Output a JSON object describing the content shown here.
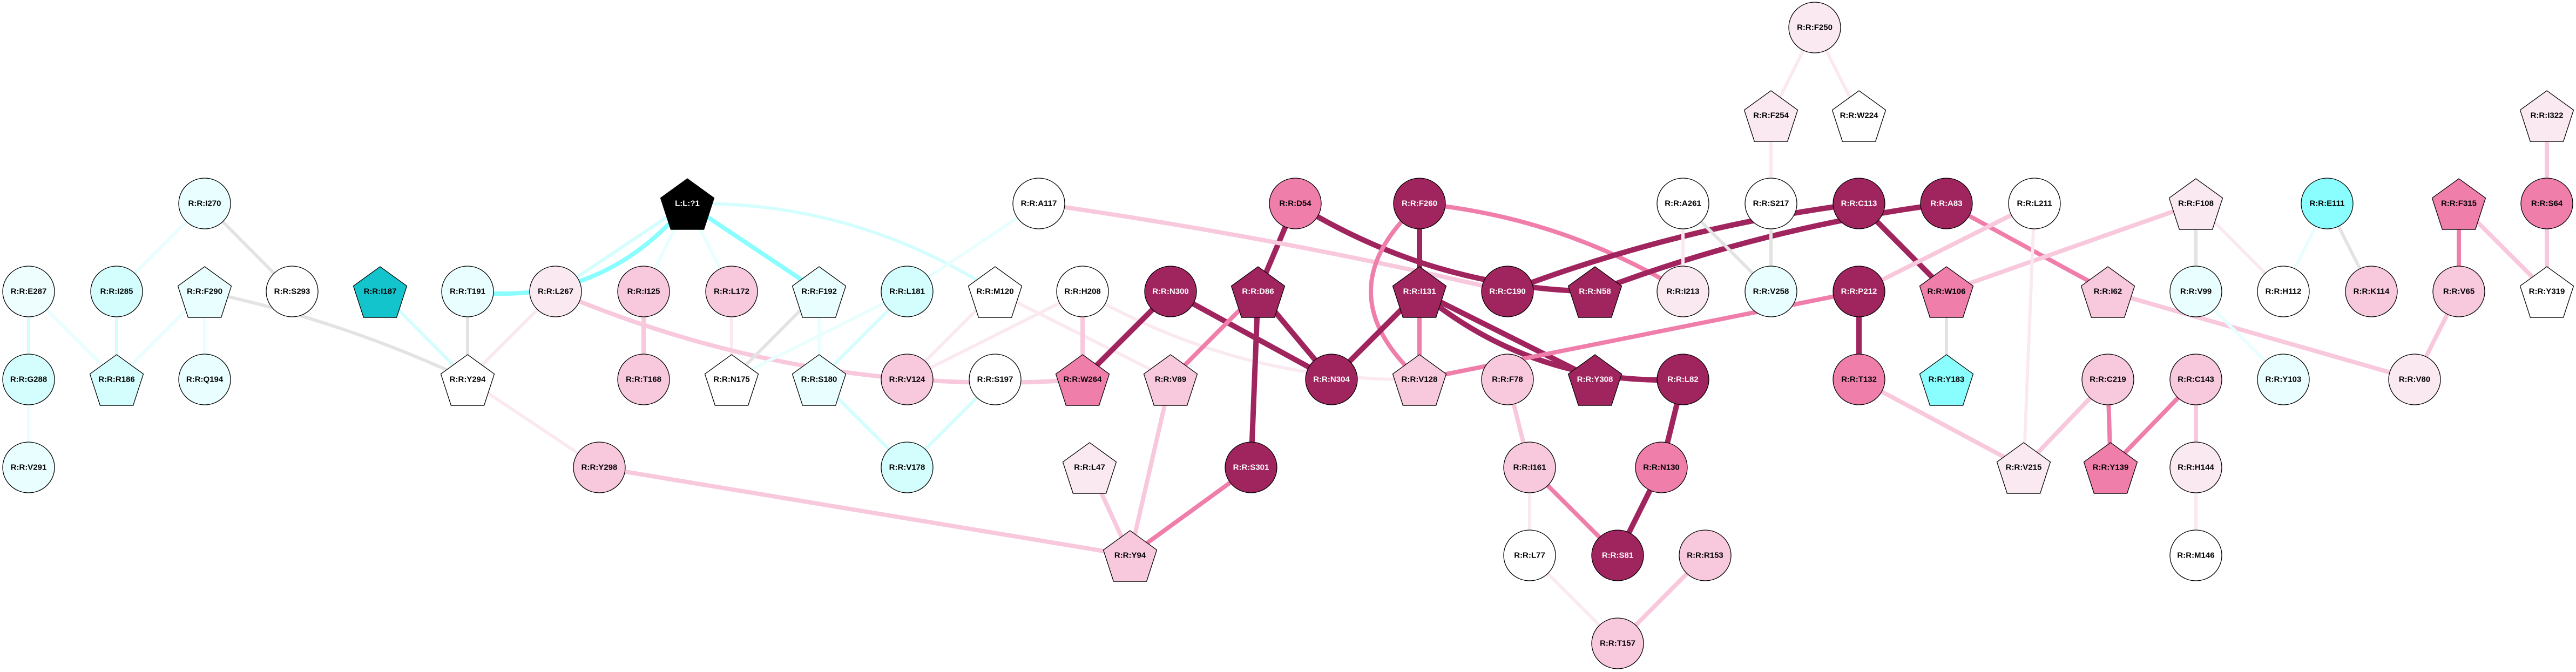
{
  "palette": {
    "dark": "#a0245e",
    "medium": "#f07eab",
    "pink": "#f8c8dd",
    "light_pink": "#fbe9f2",
    "white": "#ffffff",
    "light_cyan": "#e9fefe",
    "cyan": "#d4fefe",
    "bright_cyan": "#8afefe",
    "teal": "#14c4cc",
    "black": "#000000",
    "gray": "#e3e3e3"
  },
  "edge_styles": {
    "d": {
      "color": "#a0245e",
      "weight": 4
    },
    "m": {
      "color": "#f07eab",
      "weight": 3
    },
    "p": {
      "color": "#f8c8dd",
      "weight": 3
    },
    "l": {
      "color": "#fbe9f2",
      "weight": 2
    },
    "g": {
      "color": "#e3e3e3",
      "weight": 2
    },
    "C": {
      "color": "#8afefe",
      "weight": 3
    },
    "c": {
      "color": "#d4fefe",
      "weight": 2
    },
    "v": {
      "color": "#e9fefe",
      "weight": 2
    }
  },
  "nodes": [
    {
      "id": "E287",
      "label": "R:R:E287",
      "shape": "circle",
      "fill": "#eefefe"
    },
    {
      "id": "I285",
      "label": "R:R:I285",
      "shape": "circle",
      "fill": "#d4fefe"
    },
    {
      "id": "F290",
      "label": "R:R:F290",
      "shape": "pentagon",
      "fill": "#e9fefe"
    },
    {
      "id": "I270",
      "label": "R:R:I270",
      "shape": "circle",
      "fill": "#e9fefe"
    },
    {
      "id": "S293",
      "label": "R:R:S293",
      "shape": "circle",
      "fill": "#ffffff"
    },
    {
      "id": "I187",
      "label": "R:R:I187",
      "shape": "pentagon",
      "fill": "#14c4cc"
    },
    {
      "id": "G288",
      "label": "R:R:G288",
      "shape": "circle",
      "fill": "#d4fefe"
    },
    {
      "id": "R186",
      "label": "R:R:R186",
      "shape": "pentagon",
      "fill": "#d4fefe"
    },
    {
      "id": "Q194",
      "label": "R:R:Q194",
      "shape": "circle",
      "fill": "#e9fefe"
    },
    {
      "id": "V291",
      "label": "R:R:V291",
      "shape": "circle",
      "fill": "#e9fefe"
    },
    {
      "id": "T191",
      "label": "R:R:T191",
      "shape": "circle",
      "fill": "#e9fefe"
    },
    {
      "id": "L267",
      "label": "R:R:L267",
      "shape": "circle",
      "fill": "#fbe9f2"
    },
    {
      "id": "L1",
      "label": "L:L:?1",
      "shape": "pentagon",
      "fill": "#000000"
    },
    {
      "id": "I125",
      "label": "R:R:I125",
      "shape": "circle",
      "fill": "#f8c8dd"
    },
    {
      "id": "L172",
      "label": "R:R:L172",
      "shape": "circle",
      "fill": "#f8c8dd"
    },
    {
      "id": "F192",
      "label": "R:R:F192",
      "shape": "pentagon",
      "fill": "#e9fefe"
    },
    {
      "id": "Y294",
      "label": "R:R:Y294",
      "shape": "pentagon",
      "fill": "#ffffff"
    },
    {
      "id": "T168",
      "label": "R:R:T168",
      "shape": "circle",
      "fill": "#f8c8dd"
    },
    {
      "id": "N175",
      "label": "R:R:N175",
      "shape": "pentagon",
      "fill": "#ffffff"
    },
    {
      "id": "S180",
      "label": "R:R:S180",
      "shape": "pentagon",
      "fill": "#e9fefe"
    },
    {
      "id": "Y298",
      "label": "R:R:Y298",
      "shape": "circle",
      "fill": "#f8c8dd"
    },
    {
      "id": "A117",
      "label": "R:R:A117",
      "shape": "circle",
      "fill": "#ffffff"
    },
    {
      "id": "L181",
      "label": "R:R:L181",
      "shape": "circle",
      "fill": "#d4fefe"
    },
    {
      "id": "M120",
      "label": "R:R:M120",
      "shape": "pentagon",
      "fill": "#ffffff"
    },
    {
      "id": "H208",
      "label": "R:R:H208",
      "shape": "circle",
      "fill": "#ffffff"
    },
    {
      "id": "N300",
      "label": "R:R:N300",
      "shape": "circle",
      "fill": "#a0245e"
    },
    {
      "id": "D86",
      "label": "R:R:D86",
      "shape": "pentagon",
      "fill": "#a0245e"
    },
    {
      "id": "V124",
      "label": "R:R:V124",
      "shape": "circle",
      "fill": "#f8c8dd"
    },
    {
      "id": "S197",
      "label": "R:R:S197",
      "shape": "circle",
      "fill": "#ffffff"
    },
    {
      "id": "W264",
      "label": "R:R:W264",
      "shape": "pentagon",
      "fill": "#f07eab"
    },
    {
      "id": "V89",
      "label": "R:R:V89",
      "shape": "pentagon",
      "fill": "#f8c8dd"
    },
    {
      "id": "V178",
      "label": "R:R:V178",
      "shape": "circle",
      "fill": "#d4fefe"
    },
    {
      "id": "L47",
      "label": "R:R:L47",
      "shape": "pentagon",
      "fill": "#fbe9f2"
    },
    {
      "id": "S301",
      "label": "R:R:S301",
      "shape": "circle",
      "fill": "#a0245e"
    },
    {
      "id": "Y94",
      "label": "R:R:Y94",
      "shape": "pentagon",
      "fill": "#f8c8dd"
    },
    {
      "id": "D54",
      "label": "R:R:D54",
      "shape": "circle",
      "fill": "#f07eab"
    },
    {
      "id": "F260",
      "label": "R:R:F260",
      "shape": "circle",
      "fill": "#a0245e"
    },
    {
      "id": "A261",
      "label": "R:R:A261",
      "shape": "circle",
      "fill": "#ffffff"
    },
    {
      "id": "I131",
      "label": "R:R:I131",
      "shape": "pentagon",
      "fill": "#a0245e"
    },
    {
      "id": "C190",
      "label": "R:R:C190",
      "shape": "circle",
      "fill": "#a0245e"
    },
    {
      "id": "N58",
      "label": "R:R:N58",
      "shape": "pentagon",
      "fill": "#a0245e"
    },
    {
      "id": "I213",
      "label": "R:R:I213",
      "shape": "circle",
      "fill": "#fbe9f2"
    },
    {
      "id": "N304",
      "label": "R:R:N304",
      "shape": "circle",
      "fill": "#a0245e"
    },
    {
      "id": "V128",
      "label": "R:R:V128",
      "shape": "pentagon",
      "fill": "#f8c8dd"
    },
    {
      "id": "F78",
      "label": "R:R:F78",
      "shape": "circle",
      "fill": "#f8c8dd"
    },
    {
      "id": "Y308",
      "label": "R:R:Y308",
      "shape": "pentagon",
      "fill": "#a0245e"
    },
    {
      "id": "L82",
      "label": "R:R:L82",
      "shape": "circle",
      "fill": "#a0245e"
    },
    {
      "id": "I161",
      "label": "R:R:I161",
      "shape": "circle",
      "fill": "#f8c8dd"
    },
    {
      "id": "N130",
      "label": "R:R:N130",
      "shape": "circle",
      "fill": "#f07eab"
    },
    {
      "id": "L77",
      "label": "R:R:L77",
      "shape": "circle",
      "fill": "#ffffff"
    },
    {
      "id": "S81",
      "label": "R:R:S81",
      "shape": "circle",
      "fill": "#a0245e"
    },
    {
      "id": "R153",
      "label": "R:R:R153",
      "shape": "circle",
      "fill": "#f8c8dd"
    },
    {
      "id": "T157",
      "label": "R:R:T157",
      "shape": "circle",
      "fill": "#f8c8dd"
    },
    {
      "id": "F250",
      "label": "R:R:F250",
      "shape": "circle",
      "fill": "#fbe9f2"
    },
    {
      "id": "F254",
      "label": "R:R:F254",
      "shape": "pentagon",
      "fill": "#fbe9f2"
    },
    {
      "id": "W224",
      "label": "R:R:W224",
      "shape": "pentagon",
      "fill": "#ffffff"
    },
    {
      "id": "S217",
      "label": "R:R:S217",
      "shape": "circle",
      "fill": "#ffffff"
    },
    {
      "id": "C113",
      "label": "R:R:C113",
      "shape": "circle",
      "fill": "#a0245e"
    },
    {
      "id": "A83",
      "label": "R:R:A83",
      "shape": "circle",
      "fill": "#a0245e"
    },
    {
      "id": "L211",
      "label": "R:R:L211",
      "shape": "circle",
      "fill": "#ffffff"
    },
    {
      "id": "V258",
      "label": "R:R:V258",
      "shape": "circle",
      "fill": "#e9fefe"
    },
    {
      "id": "P212",
      "label": "R:R:P212",
      "shape": "circle",
      "fill": "#a0245e"
    },
    {
      "id": "W106",
      "label": "R:R:W106",
      "shape": "pentagon",
      "fill": "#f07eab"
    },
    {
      "id": "I62",
      "label": "R:R:I62",
      "shape": "pentagon",
      "fill": "#f8c8dd"
    },
    {
      "id": "T132",
      "label": "R:R:T132",
      "shape": "circle",
      "fill": "#f07eab"
    },
    {
      "id": "Y183",
      "label": "R:R:Y183",
      "shape": "pentagon",
      "fill": "#8afefe"
    },
    {
      "id": "C219",
      "label": "R:R:C219",
      "shape": "circle",
      "fill": "#f8c8dd"
    },
    {
      "id": "V215",
      "label": "R:R:V215",
      "shape": "pentagon",
      "fill": "#fbe9f2"
    },
    {
      "id": "Y139",
      "label": "R:R:Y139",
      "shape": "pentagon",
      "fill": "#f07eab"
    },
    {
      "id": "F108",
      "label": "R:R:F108",
      "shape": "pentagon",
      "fill": "#fbe9f2"
    },
    {
      "id": "E111",
      "label": "R:R:E111",
      "shape": "circle",
      "fill": "#8afefe"
    },
    {
      "id": "F315",
      "label": "R:R:F315",
      "shape": "pentagon",
      "fill": "#f07eab"
    },
    {
      "id": "S64",
      "label": "R:R:S64",
      "shape": "circle",
      "fill": "#f07eab"
    },
    {
      "id": "I322",
      "label": "R:R:I322",
      "shape": "pentagon",
      "fill": "#fbe9f2"
    },
    {
      "id": "V99",
      "label": "R:R:V99",
      "shape": "circle",
      "fill": "#e9fefe"
    },
    {
      "id": "H112",
      "label": "R:R:H112",
      "shape": "circle",
      "fill": "#ffffff"
    },
    {
      "id": "K114",
      "label": "R:R:K114",
      "shape": "circle",
      "fill": "#f8c8dd"
    },
    {
      "id": "V65",
      "label": "R:R:V65",
      "shape": "circle",
      "fill": "#f8c8dd"
    },
    {
      "id": "Y319",
      "label": "R:R:Y319",
      "shape": "pentagon",
      "fill": "#ffffff"
    },
    {
      "id": "C143",
      "label": "R:R:C143",
      "shape": "circle",
      "fill": "#f8c8dd"
    },
    {
      "id": "Y103",
      "label": "R:R:Y103",
      "shape": "circle",
      "fill": "#e9fefe"
    },
    {
      "id": "V80",
      "label": "R:R:V80",
      "shape": "circle",
      "fill": "#fbe9f2"
    },
    {
      "id": "H144",
      "label": "R:R:H144",
      "shape": "circle",
      "fill": "#fbe9f2"
    },
    {
      "id": "M146",
      "label": "R:R:M146",
      "shape": "circle",
      "fill": "#ffffff"
    }
  ],
  "edges": [
    [
      "I270",
      "I285",
      "v"
    ],
    [
      "I270",
      "S293",
      "g"
    ],
    [
      "E287",
      "G288",
      "c"
    ],
    [
      "E287",
      "R186",
      "v"
    ],
    [
      "I285",
      "R186",
      "c"
    ],
    [
      "F290",
      "R186",
      "v"
    ],
    [
      "F290",
      "Q194",
      "v"
    ],
    [
      "F290",
      "Y294",
      "g"
    ],
    [
      "G288",
      "V291",
      "v"
    ],
    [
      "I187",
      "Y294",
      "c"
    ],
    [
      "T191",
      "Y294",
      "g"
    ],
    [
      "L267",
      "Y294",
      "l"
    ],
    [
      "Y294",
      "Y298",
      "l"
    ],
    [
      "L1",
      "T191",
      "C"
    ],
    [
      "L1",
      "L267",
      "c"
    ],
    [
      "L1",
      "I125",
      "v"
    ],
    [
      "L1",
      "L172",
      "v"
    ],
    [
      "L1",
      "F192",
      "C"
    ],
    [
      "L1",
      "M120",
      "c"
    ],
    [
      "I125",
      "T168",
      "p"
    ],
    [
      "L172",
      "N175",
      "l"
    ],
    [
      "L267",
      "W264",
      "p"
    ],
    [
      "F192",
      "N175",
      "g"
    ],
    [
      "F192",
      "S180",
      "v"
    ],
    [
      "N175",
      "L181",
      "v"
    ],
    [
      "S180",
      "L181",
      "c"
    ],
    [
      "L181",
      "A117",
      "v"
    ],
    [
      "S180",
      "V178",
      "c"
    ],
    [
      "S197",
      "V178",
      "c"
    ],
    [
      "M120",
      "V124",
      "l"
    ],
    [
      "H208",
      "V124",
      "l"
    ],
    [
      "M120",
      "V89",
      "l"
    ],
    [
      "H208",
      "W264",
      "p"
    ],
    [
      "H208",
      "V128",
      "l"
    ],
    [
      "N300",
      "W264",
      "d"
    ],
    [
      "N300",
      "N304",
      "d"
    ],
    [
      "D86",
      "V89",
      "m"
    ],
    [
      "D86",
      "S301",
      "d"
    ],
    [
      "D86",
      "N304",
      "d"
    ],
    [
      "D54",
      "D86",
      "d"
    ],
    [
      "D54",
      "N58",
      "d"
    ],
    [
      "A117",
      "C190",
      "p"
    ],
    [
      "L47",
      "Y94",
      "p"
    ],
    [
      "V89",
      "Y94",
      "p"
    ],
    [
      "S301",
      "Y94",
      "m"
    ],
    [
      "Y298",
      "Y94",
      "p"
    ],
    [
      "F260",
      "I131",
      "d"
    ],
    [
      "F260",
      "V128",
      "m"
    ],
    [
      "F260",
      "I213",
      "m"
    ],
    [
      "I131",
      "N304",
      "d"
    ],
    [
      "I131",
      "V128",
      "m"
    ],
    [
      "I131",
      "Y308",
      "d"
    ],
    [
      "I131",
      "L82",
      "d"
    ],
    [
      "V128",
      "P212",
      "m"
    ],
    [
      "C113",
      "C190",
      "d"
    ],
    [
      "A83",
      "N58",
      "d"
    ],
    [
      "A261",
      "I213",
      "l"
    ],
    [
      "A261",
      "V258",
      "g"
    ],
    [
      "F78",
      "I161",
      "p"
    ],
    [
      "L82",
      "N130",
      "d"
    ],
    [
      "N130",
      "S81",
      "d"
    ],
    [
      "I161",
      "S81",
      "m"
    ],
    [
      "I161",
      "L77",
      "l"
    ],
    [
      "L77",
      "T157",
      "l"
    ],
    [
      "R153",
      "T157",
      "p"
    ],
    [
      "F250",
      "F254",
      "l"
    ],
    [
      "F250",
      "W224",
      "l"
    ],
    [
      "F254",
      "S217",
      "l"
    ],
    [
      "S217",
      "V258",
      "g"
    ],
    [
      "C113",
      "W106",
      "d"
    ],
    [
      "A83",
      "I62",
      "m"
    ],
    [
      "L211",
      "P212",
      "p"
    ],
    [
      "W106",
      "F108",
      "p"
    ],
    [
      "W106",
      "Y183",
      "g"
    ],
    [
      "P212",
      "T132",
      "d"
    ],
    [
      "T132",
      "V215",
      "p"
    ],
    [
      "L211",
      "V215",
      "l"
    ],
    [
      "C219",
      "V215",
      "p"
    ],
    [
      "C219",
      "Y139",
      "m"
    ],
    [
      "C143",
      "Y139",
      "m"
    ],
    [
      "I62",
      "V80",
      "p"
    ],
    [
      "F108",
      "V99",
      "g"
    ],
    [
      "F108",
      "H112",
      "l"
    ],
    [
      "E111",
      "H112",
      "v"
    ],
    [
      "E111",
      "K114",
      "g"
    ],
    [
      "V99",
      "Y103",
      "v"
    ],
    [
      "V65",
      "V80",
      "p"
    ],
    [
      "F315",
      "V65",
      "m"
    ],
    [
      "F315",
      "Y319",
      "p"
    ],
    [
      "S64",
      "Y319",
      "p"
    ],
    [
      "I322",
      "S64",
      "p"
    ],
    [
      "C143",
      "H144",
      "p"
    ],
    [
      "H144",
      "M146",
      "l"
    ]
  ]
}
